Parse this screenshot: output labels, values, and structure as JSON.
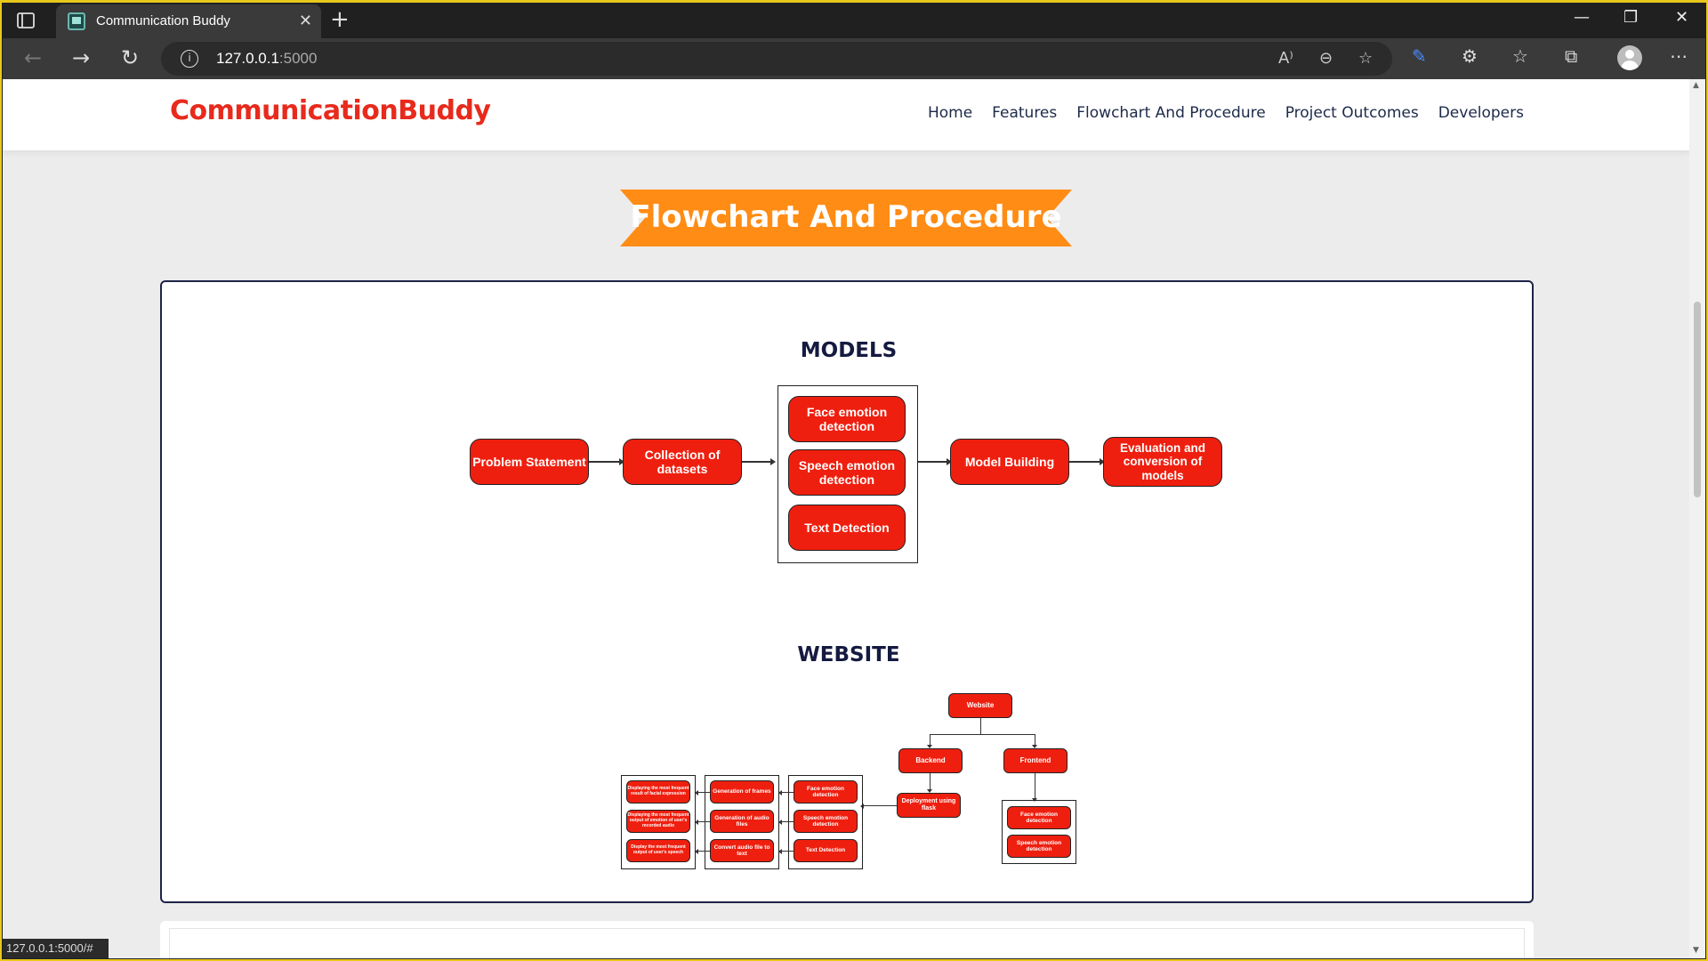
{
  "browser": {
    "tab_title": "Communication Buddy",
    "url_host": "127.0.0.1",
    "url_port": ":5000",
    "status_url": "127.0.0.1:5000/#"
  },
  "site": {
    "logo": "CommunicationBuddy",
    "nav": [
      "Home",
      "Features",
      "Flowchart And Procedure",
      "Project Outcomes",
      "Developers"
    ],
    "banner_title": "Flowchart And Procedure",
    "brand_color": "#ef1f0f",
    "banner_color": "#ff8c14"
  },
  "models": {
    "title": "MODELS",
    "problem": "Problem Statement",
    "datasets": "Collection of datasets",
    "face": "Face emotion detection",
    "speech": "Speech emotion detection",
    "text": "Text Detection",
    "building": "Model Building",
    "evaluation": "Evaluation and conversion of models"
  },
  "website": {
    "title": "WEBSITE",
    "root": "Website",
    "backend": "Backend",
    "frontend": "Frontend",
    "deploy": "Deployment using flask",
    "be_face": "Face emotion detection",
    "be_speech": "Speech emotion detection",
    "be_text": "Text Detection",
    "gen_frames": "Generation of frames",
    "gen_audio": "Generation of audio files",
    "convert_audio": "Convert audio file to text",
    "disp_face": "Displaying the most frequent result of facial expression",
    "disp_speech": "Displaying the most frequent output of emotion of user's recorded audio",
    "disp_text": "Display the most frequent output of user's speech",
    "fe_face": "Face emotion detection",
    "fe_speech": "Speech emotion detection"
  }
}
